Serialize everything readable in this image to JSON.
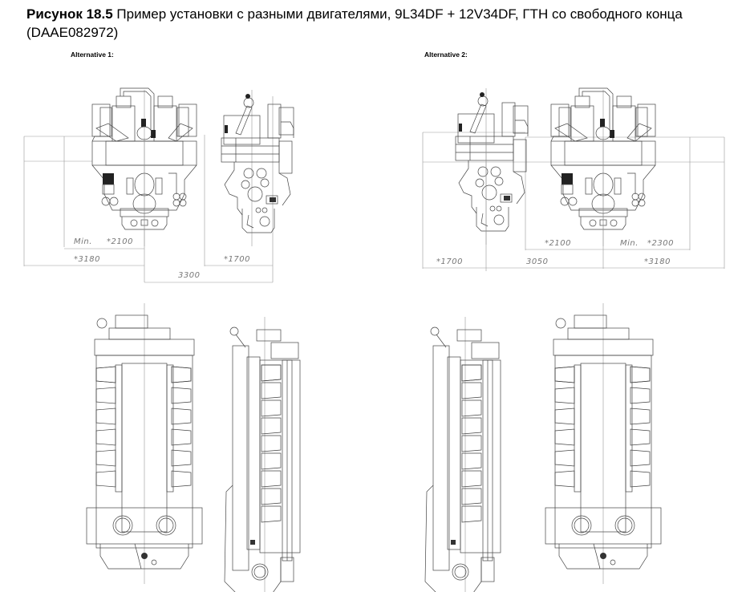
{
  "caption": {
    "figure_label": "Рисунок 18.5",
    "text": " Пример установки с разными двигателями, 9L34DF + 12V34DF, ГТН со свободного конца (DAAE082972)"
  },
  "alternatives": [
    {
      "label": "Alternative 1:",
      "dimensions": {
        "min_label": "Min.",
        "d1": "*2100",
        "d2": "*3180",
        "d3": "*1700",
        "d4": "3300"
      }
    },
    {
      "label": "Alternative 2:",
      "dimensions": {
        "d1": "*2100",
        "min_label": "Min.",
        "d2": "*2300",
        "d3": "*1700",
        "d4": "3050",
        "d5": "*3180"
      }
    }
  ],
  "engines": {
    "inline": "9L34DF",
    "vee": "12V34DF"
  }
}
